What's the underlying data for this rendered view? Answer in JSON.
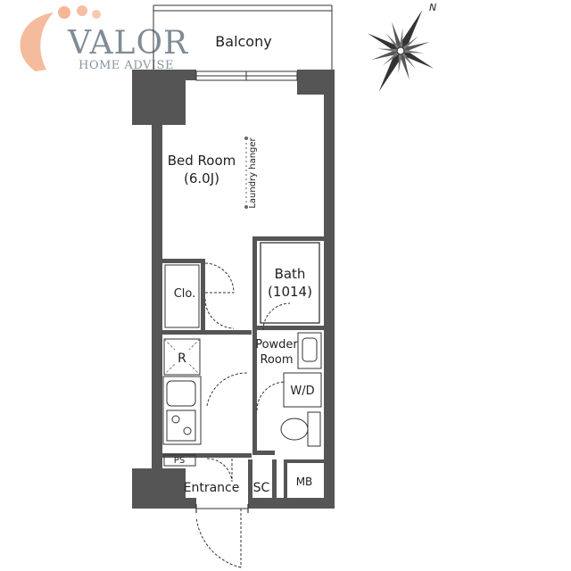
{
  "logo": {
    "name": "VALOR",
    "tagline": "HOME ADVISE",
    "accent_color": "#f2a47c"
  },
  "compass": {
    "north_label": "N"
  },
  "rooms": {
    "balcony": "Balcony",
    "bed_room": "Bed Room",
    "bed_room_size": "(6.0J)",
    "laundry_hanger": "Laundry hanger",
    "closet": "Clo.",
    "bath": "Bath",
    "bath_size": "(1014)",
    "refrigerator": "R",
    "powder_room_line1": "Powder",
    "powder_room_line2": "Room",
    "washer_dryer": "W/D",
    "pipe_space": "PS",
    "entrance": "Entrance",
    "shoe_closet": "SC",
    "meter_box": "MB"
  },
  "colors": {
    "wall": "#555555",
    "line": "#333333",
    "fixture_gray": "#666666"
  }
}
